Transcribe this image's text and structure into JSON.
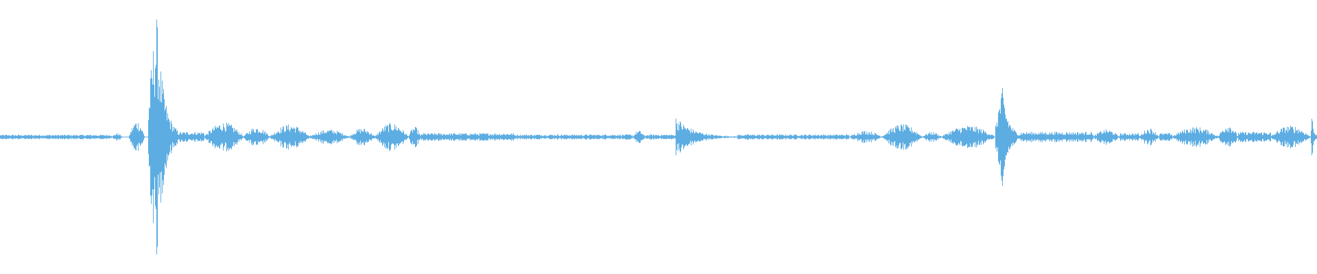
{
  "waveform": {
    "color": "#5dade2",
    "background": "#ffffff",
    "segments": [
      {
        "start": 0.0,
        "end": 0.085,
        "amp": 0.018,
        "shape": "flat"
      },
      {
        "start": 0.085,
        "end": 0.093,
        "amp": 0.03,
        "shape": "hump"
      },
      {
        "start": 0.098,
        "end": 0.11,
        "amp": 0.13,
        "shape": "hump"
      },
      {
        "start": 0.112,
        "end": 0.135,
        "amp": 0.95,
        "shape": "spike"
      },
      {
        "start": 0.135,
        "end": 0.155,
        "amp": 0.04,
        "shape": "flat"
      },
      {
        "start": 0.155,
        "end": 0.185,
        "amp": 0.115,
        "shape": "hump"
      },
      {
        "start": 0.185,
        "end": 0.205,
        "amp": 0.08,
        "shape": "hump"
      },
      {
        "start": 0.205,
        "end": 0.235,
        "amp": 0.1,
        "shape": "hump"
      },
      {
        "start": 0.235,
        "end": 0.265,
        "amp": 0.06,
        "shape": "hump"
      },
      {
        "start": 0.265,
        "end": 0.285,
        "amp": 0.07,
        "shape": "hump"
      },
      {
        "start": 0.285,
        "end": 0.31,
        "amp": 0.11,
        "shape": "hump"
      },
      {
        "start": 0.31,
        "end": 0.32,
        "amp": 0.08,
        "shape": "hump"
      },
      {
        "start": 0.32,
        "end": 0.39,
        "amp": 0.03,
        "shape": "flat"
      },
      {
        "start": 0.39,
        "end": 0.48,
        "amp": 0.02,
        "shape": "flat"
      },
      {
        "start": 0.48,
        "end": 0.49,
        "amp": 0.05,
        "shape": "hump"
      },
      {
        "start": 0.49,
        "end": 0.513,
        "amp": 0.02,
        "shape": "flat"
      },
      {
        "start": 0.513,
        "end": 0.56,
        "amp": 0.16,
        "shape": "decay"
      },
      {
        "start": 0.56,
        "end": 0.645,
        "amp": 0.02,
        "shape": "flat"
      },
      {
        "start": 0.645,
        "end": 0.67,
        "amp": 0.05,
        "shape": "hump"
      },
      {
        "start": 0.67,
        "end": 0.7,
        "amp": 0.1,
        "shape": "hump"
      },
      {
        "start": 0.7,
        "end": 0.715,
        "amp": 0.04,
        "shape": "hump"
      },
      {
        "start": 0.715,
        "end": 0.755,
        "amp": 0.09,
        "shape": "hump"
      },
      {
        "start": 0.755,
        "end": 0.775,
        "amp": 0.38,
        "shape": "spike"
      },
      {
        "start": 0.775,
        "end": 0.83,
        "amp": 0.04,
        "shape": "flat"
      },
      {
        "start": 0.83,
        "end": 0.85,
        "amp": 0.06,
        "shape": "hump"
      },
      {
        "start": 0.85,
        "end": 0.865,
        "amp": 0.03,
        "shape": "flat"
      },
      {
        "start": 0.865,
        "end": 0.88,
        "amp": 0.07,
        "shape": "hump"
      },
      {
        "start": 0.88,
        "end": 0.89,
        "amp": 0.03,
        "shape": "flat"
      },
      {
        "start": 0.89,
        "end": 0.925,
        "amp": 0.08,
        "shape": "hump"
      },
      {
        "start": 0.925,
        "end": 0.94,
        "amp": 0.1,
        "shape": "hump"
      },
      {
        "start": 0.94,
        "end": 0.965,
        "amp": 0.04,
        "shape": "flat"
      },
      {
        "start": 0.965,
        "end": 0.995,
        "amp": 0.09,
        "shape": "hump"
      },
      {
        "start": 0.995,
        "end": 1.0,
        "amp": 0.22,
        "shape": "spike"
      }
    ]
  }
}
